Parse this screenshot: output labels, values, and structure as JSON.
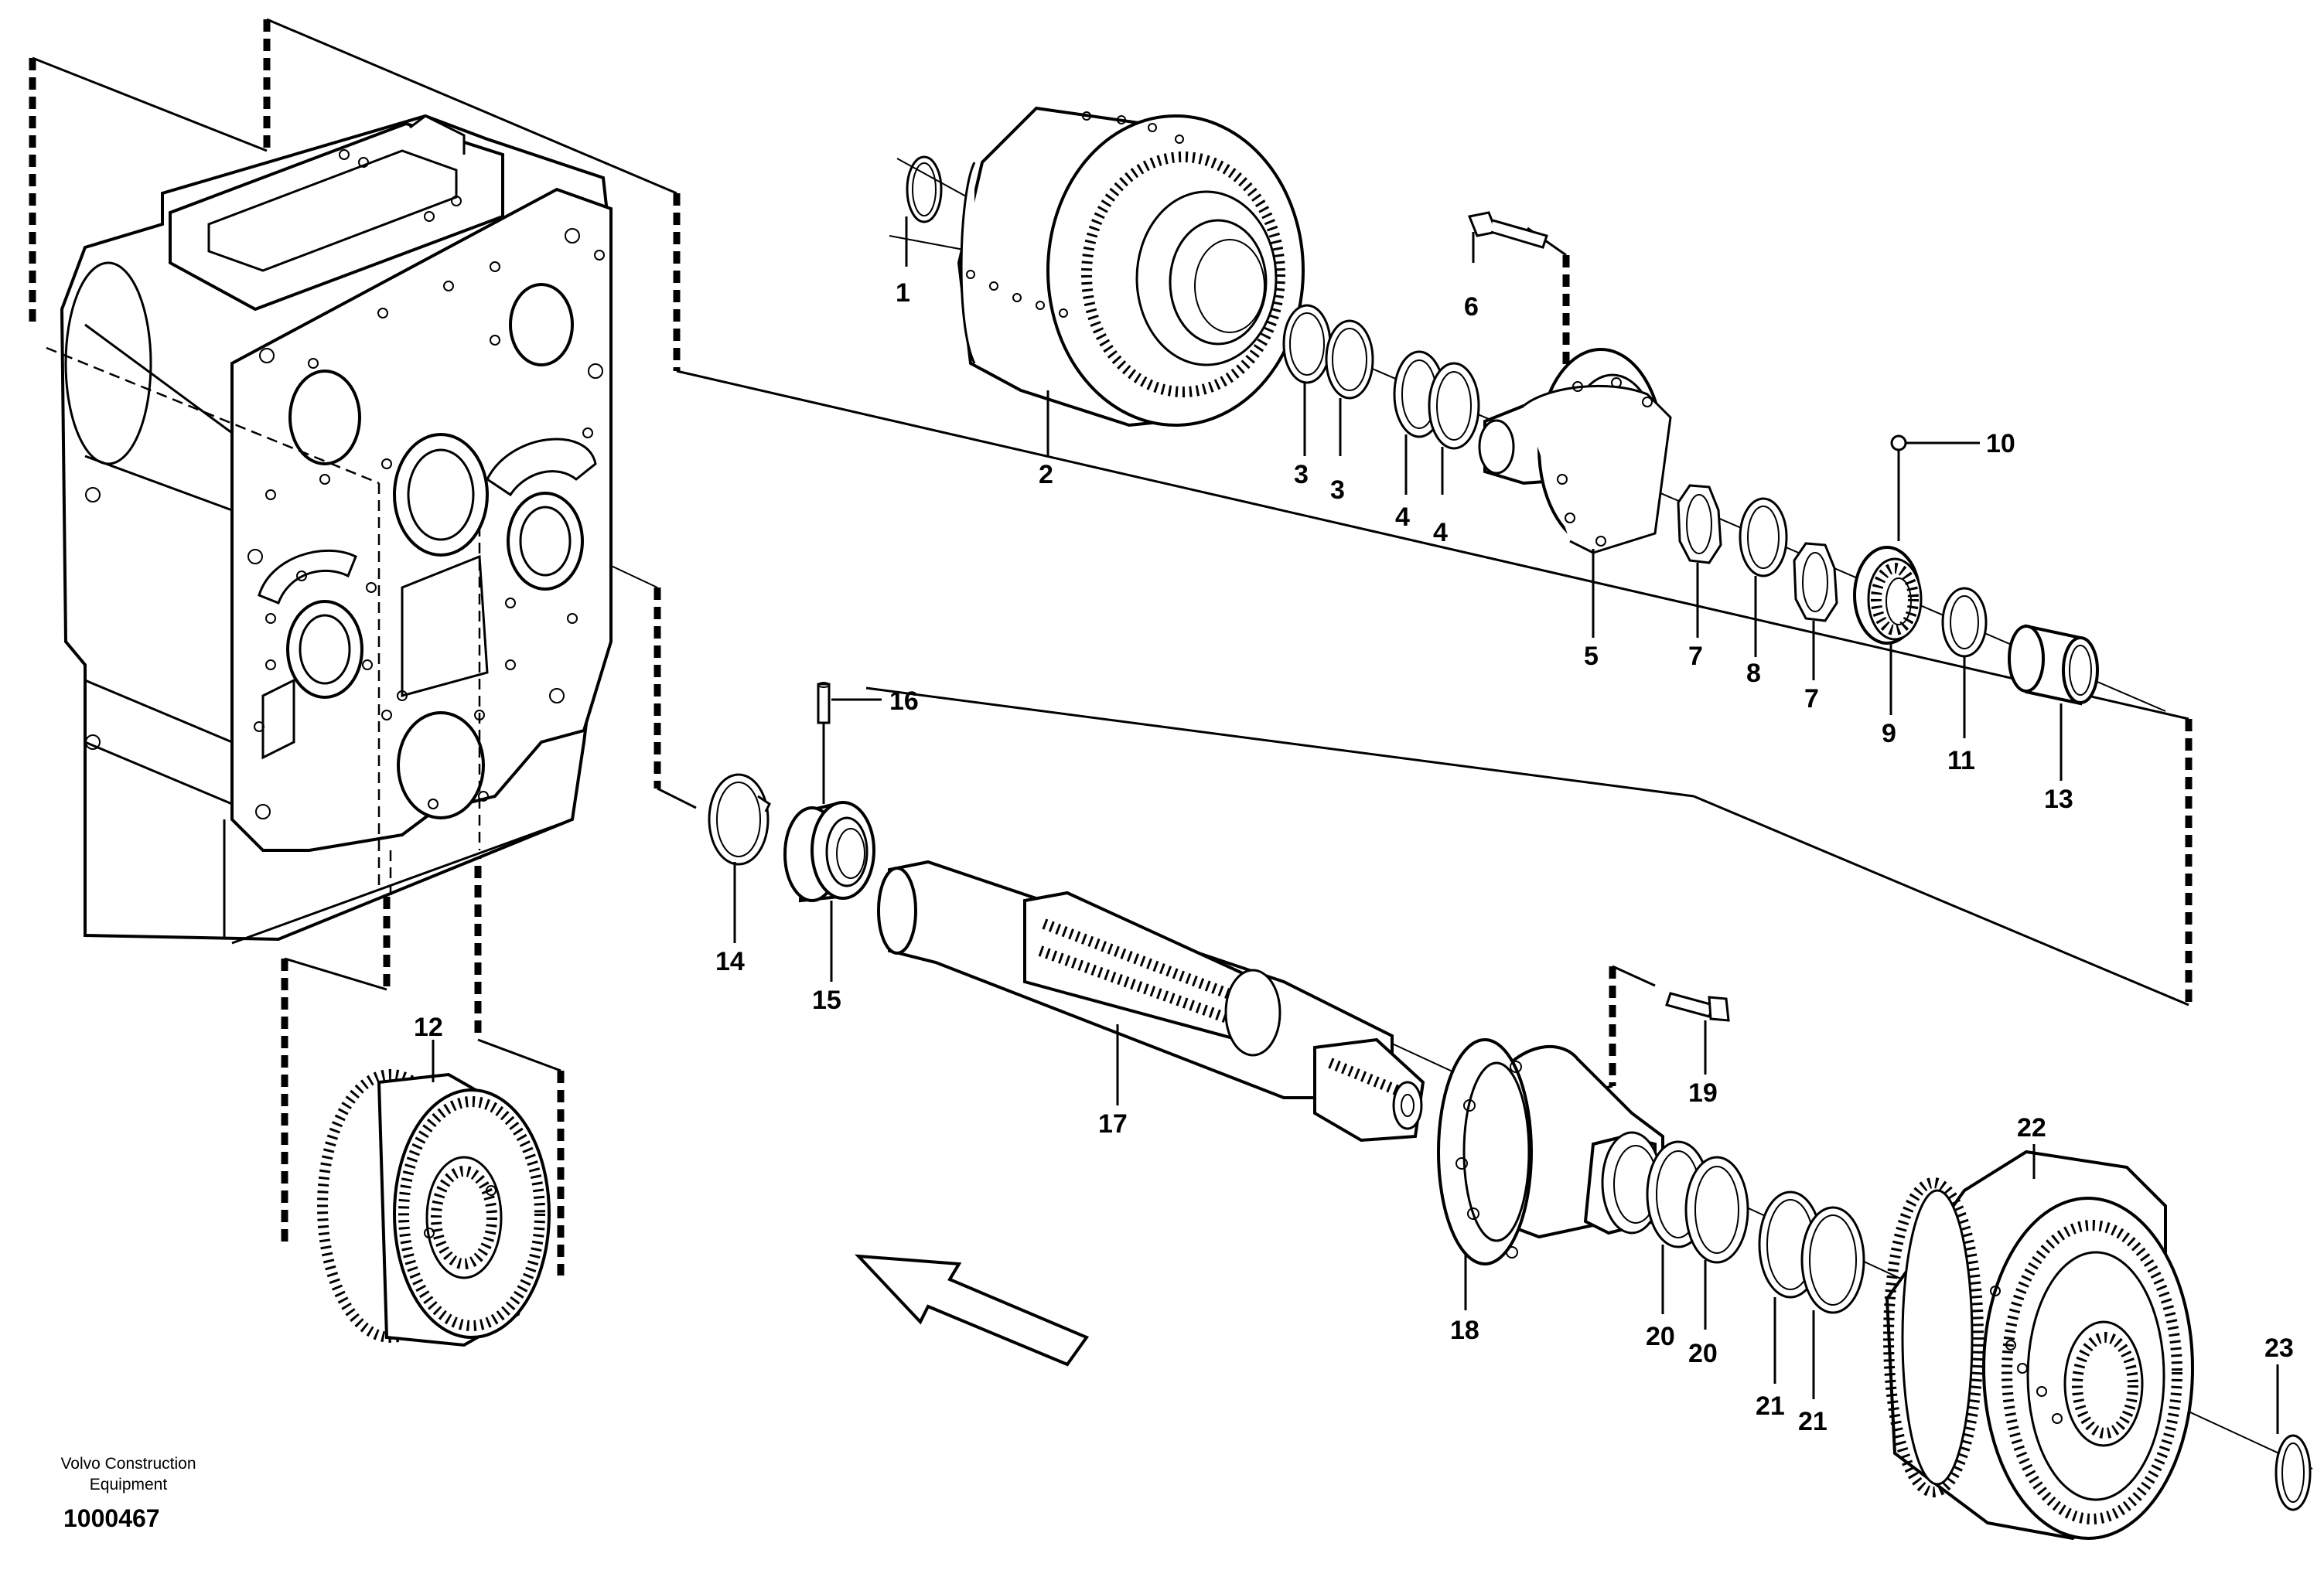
{
  "callouts": [
    {
      "id": "c1",
      "text": "1"
    },
    {
      "id": "c2",
      "text": "2"
    },
    {
      "id": "c3a",
      "text": "3"
    },
    {
      "id": "c3b",
      "text": "3"
    },
    {
      "id": "c4a",
      "text": "4"
    },
    {
      "id": "c4b",
      "text": "4"
    },
    {
      "id": "c5",
      "text": "5"
    },
    {
      "id": "c6",
      "text": "6"
    },
    {
      "id": "c7a",
      "text": "7"
    },
    {
      "id": "c7b",
      "text": "7"
    },
    {
      "id": "c8",
      "text": "8"
    },
    {
      "id": "c9",
      "text": "9"
    },
    {
      "id": "c10",
      "text": "10"
    },
    {
      "id": "c11",
      "text": "11"
    },
    {
      "id": "c12",
      "text": "12"
    },
    {
      "id": "c13",
      "text": "13"
    },
    {
      "id": "c14",
      "text": "14"
    },
    {
      "id": "c15",
      "text": "15"
    },
    {
      "id": "c16",
      "text": "16"
    },
    {
      "id": "c17",
      "text": "17"
    },
    {
      "id": "c18",
      "text": "18"
    },
    {
      "id": "c19",
      "text": "19"
    },
    {
      "id": "c20a",
      "text": "20"
    },
    {
      "id": "c20b",
      "text": "20"
    },
    {
      "id": "c21a",
      "text": "21"
    },
    {
      "id": "c21b",
      "text": "21"
    },
    {
      "id": "c22",
      "text": "22"
    },
    {
      "id": "c23",
      "text": "23"
    }
  ],
  "credit": {
    "line1": "Volvo Construction",
    "line2": "Equipment",
    "number": "1000467"
  }
}
